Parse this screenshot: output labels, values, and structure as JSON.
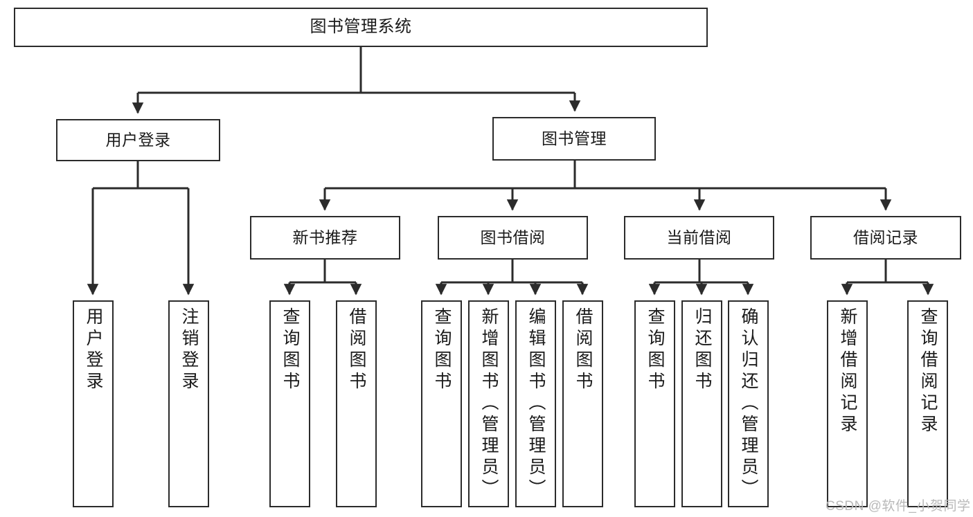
{
  "diagram": {
    "title": "图书管理系统",
    "type": "hierarchy-tree",
    "line_color": "#2b2b2b",
    "box_fill": "#ffffff",
    "text_color": "#1a1a1a",
    "levels": {
      "root": {
        "label": "图书管理系统"
      },
      "level2": [
        {
          "label": "用户登录"
        },
        {
          "label": "图书管理"
        }
      ],
      "level3": [
        {
          "label": "新书推荐"
        },
        {
          "label": "图书借阅"
        },
        {
          "label": "当前借阅"
        },
        {
          "label": "借阅记录"
        }
      ],
      "leaves": [
        {
          "label": "用户登录",
          "parent": "用户登录"
        },
        {
          "label": "注销登录",
          "parent": "用户登录"
        },
        {
          "label": "查询图书",
          "parent": "新书推荐"
        },
        {
          "label": "借阅图书",
          "parent": "新书推荐"
        },
        {
          "label": "查询图书",
          "parent": "图书借阅"
        },
        {
          "label": "新增图书（管理员）",
          "parent": "图书借阅"
        },
        {
          "label": "编辑图书（管理员）",
          "parent": "图书借阅"
        },
        {
          "label": "借阅图书",
          "parent": "图书借阅"
        },
        {
          "label": "查询图书",
          "parent": "当前借阅"
        },
        {
          "label": "归还图书",
          "parent": "当前借阅"
        },
        {
          "label": "确认归还（管理员）",
          "parent": "当前借阅"
        },
        {
          "label": "新增借阅记录",
          "parent": "借阅记录"
        },
        {
          "label": "查询借阅记录",
          "parent": "借阅记录"
        }
      ]
    }
  },
  "watermark": {
    "text": "CSDN @软件_小贺同学",
    "color": "#b9b9b9"
  }
}
